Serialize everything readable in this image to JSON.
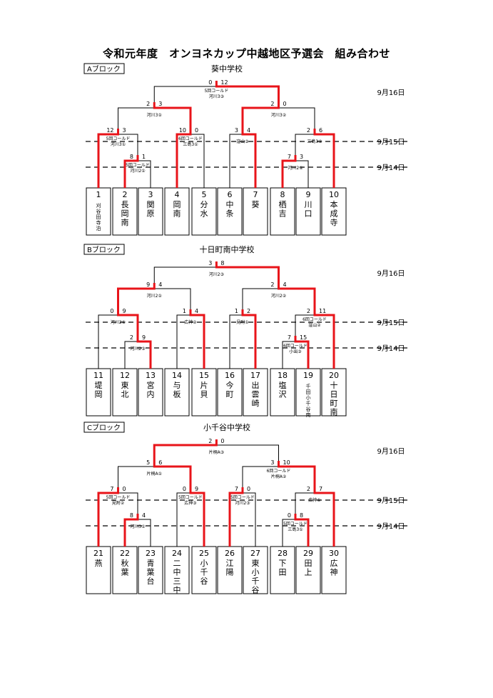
{
  "title": "令和元年度　オンヨネカップ中越地区予選会　組み合わせ",
  "dates": [
    "9月16日",
    "9月15日",
    "9月14日"
  ],
  "colors": {
    "win": "#e8141a",
    "line": "#000000"
  },
  "blocks": [
    {
      "label": "Aブロック",
      "winner": "葵中学校",
      "teams": [
        {
          "no": "1",
          "name": "刈谷田寺泊"
        },
        {
          "no": "2",
          "name": "長岡南"
        },
        {
          "no": "3",
          "name": "関原"
        },
        {
          "no": "4",
          "name": "岡南"
        },
        {
          "no": "5",
          "name": "分水"
        },
        {
          "no": "6",
          "name": "中条"
        },
        {
          "no": "7",
          "name": "葵"
        },
        {
          "no": "8",
          "name": "栖吉"
        },
        {
          "no": "9",
          "name": "川口"
        },
        {
          "no": "10",
          "name": "本成寺"
        }
      ],
      "final": {
        "scores": [
          "0",
          "12"
        ],
        "note": "5回コールド",
        "venue": "河川3③"
      },
      "semis": [
        {
          "scores": [
            "2",
            "3"
          ],
          "venue": "河川3①"
        },
        {
          "scores": [
            "2",
            "0"
          ],
          "venue": "河川3②"
        }
      ],
      "quarters": [
        {
          "scores": [
            "12",
            "3"
          ],
          "note": "5回コールド",
          "venue": "河川3①"
        },
        {
          "scores": [
            "10",
            "0"
          ],
          "note": "6回コールド",
          "venue": "三島3①"
        },
        {
          "scores": [
            "3",
            "4"
          ],
          "venue": "窪山③"
        },
        {
          "scores": [
            "2",
            "6"
          ],
          "venue": "三島3②"
        }
      ],
      "prelims": [
        {
          "scores": [
            "8",
            "1"
          ],
          "note": "5回コールド",
          "venue": "河川2①"
        },
        {
          "scores": [
            "7",
            "3"
          ],
          "venue": "河川2②"
        }
      ]
    },
    {
      "label": "Bブロック",
      "winner": "十日町南中学校",
      "teams": [
        {
          "no": "11",
          "name": "堤岡"
        },
        {
          "no": "12",
          "name": "東北"
        },
        {
          "no": "13",
          "name": "宮内"
        },
        {
          "no": "14",
          "name": "与板"
        },
        {
          "no": "15",
          "name": "片貝"
        },
        {
          "no": "16",
          "name": "今町"
        },
        {
          "no": "17",
          "name": "出雲崎"
        },
        {
          "no": "18",
          "name": "塩沢"
        },
        {
          "no": "19",
          "name": "千田小千谷南"
        },
        {
          "no": "20",
          "name": "十日町南"
        }
      ],
      "final": {
        "scores": [
          "3",
          "8"
        ],
        "venue": "河川2③"
      },
      "semis": [
        {
          "scores": [
            "9",
            "4"
          ],
          "venue": "河川2①"
        },
        {
          "scores": [
            "2",
            "4"
          ],
          "venue": "河川2②"
        }
      ],
      "quarters": [
        {
          "scores": [
            "0",
            "9"
          ],
          "venue": "河川2①"
        },
        {
          "scores": [
            "1",
            "4"
          ],
          "venue": "広神②"
        },
        {
          "scores": [
            "1",
            "2"
          ],
          "venue": "見附①"
        },
        {
          "scores": [
            "2",
            "11"
          ],
          "note": "6回コールド",
          "venue": "窪山②"
        }
      ],
      "prelims": [
        {
          "scores": [
            "2",
            "9"
          ],
          "venue": "河川2③"
        },
        {
          "scores": [
            "7",
            "15"
          ],
          "note": "6回コールド",
          "venue": "小出③"
        }
      ]
    },
    {
      "label": "Cブロック",
      "winner": "小千谷中学校",
      "teams": [
        {
          "no": "21",
          "name": "燕"
        },
        {
          "no": "22",
          "name": "秋葉"
        },
        {
          "no": "23",
          "name": "青葉台"
        },
        {
          "no": "24",
          "name": "二中三中"
        },
        {
          "no": "25",
          "name": "小千谷"
        },
        {
          "no": "26",
          "name": "江陽"
        },
        {
          "no": "27",
          "name": "東小千谷"
        },
        {
          "no": "28",
          "name": "下田"
        },
        {
          "no": "29",
          "name": "田上"
        },
        {
          "no": "30",
          "name": "広神"
        }
      ],
      "final": {
        "scores": [
          "2",
          "0"
        ],
        "venue": "片桐A③"
      },
      "semis": [
        {
          "scores": [
            "5",
            "6"
          ],
          "venue": "片桐A①"
        },
        {
          "scores": [
            "3",
            "10"
          ],
          "note": "6回コールド",
          "venue": "片桐A②"
        }
      ],
      "quarters": [
        {
          "scores": [
            "7",
            "0"
          ],
          "note": "5回コールド",
          "venue": "見附②"
        },
        {
          "scores": [
            "0",
            "9"
          ],
          "note": "5回コールド",
          "venue": "広神③"
        },
        {
          "scores": [
            "7",
            "0"
          ],
          "note": "5回コールド",
          "venue": "河川2③"
        },
        {
          "scores": [
            "2",
            "7"
          ],
          "venue": "広神①"
        }
      ],
      "prelims": [
        {
          "scores": [
            "8",
            "4"
          ],
          "venue": "河川3①"
        },
        {
          "scores": [
            "0",
            "8"
          ],
          "note": "5回コールド",
          "venue": "三島3①"
        }
      ]
    }
  ]
}
